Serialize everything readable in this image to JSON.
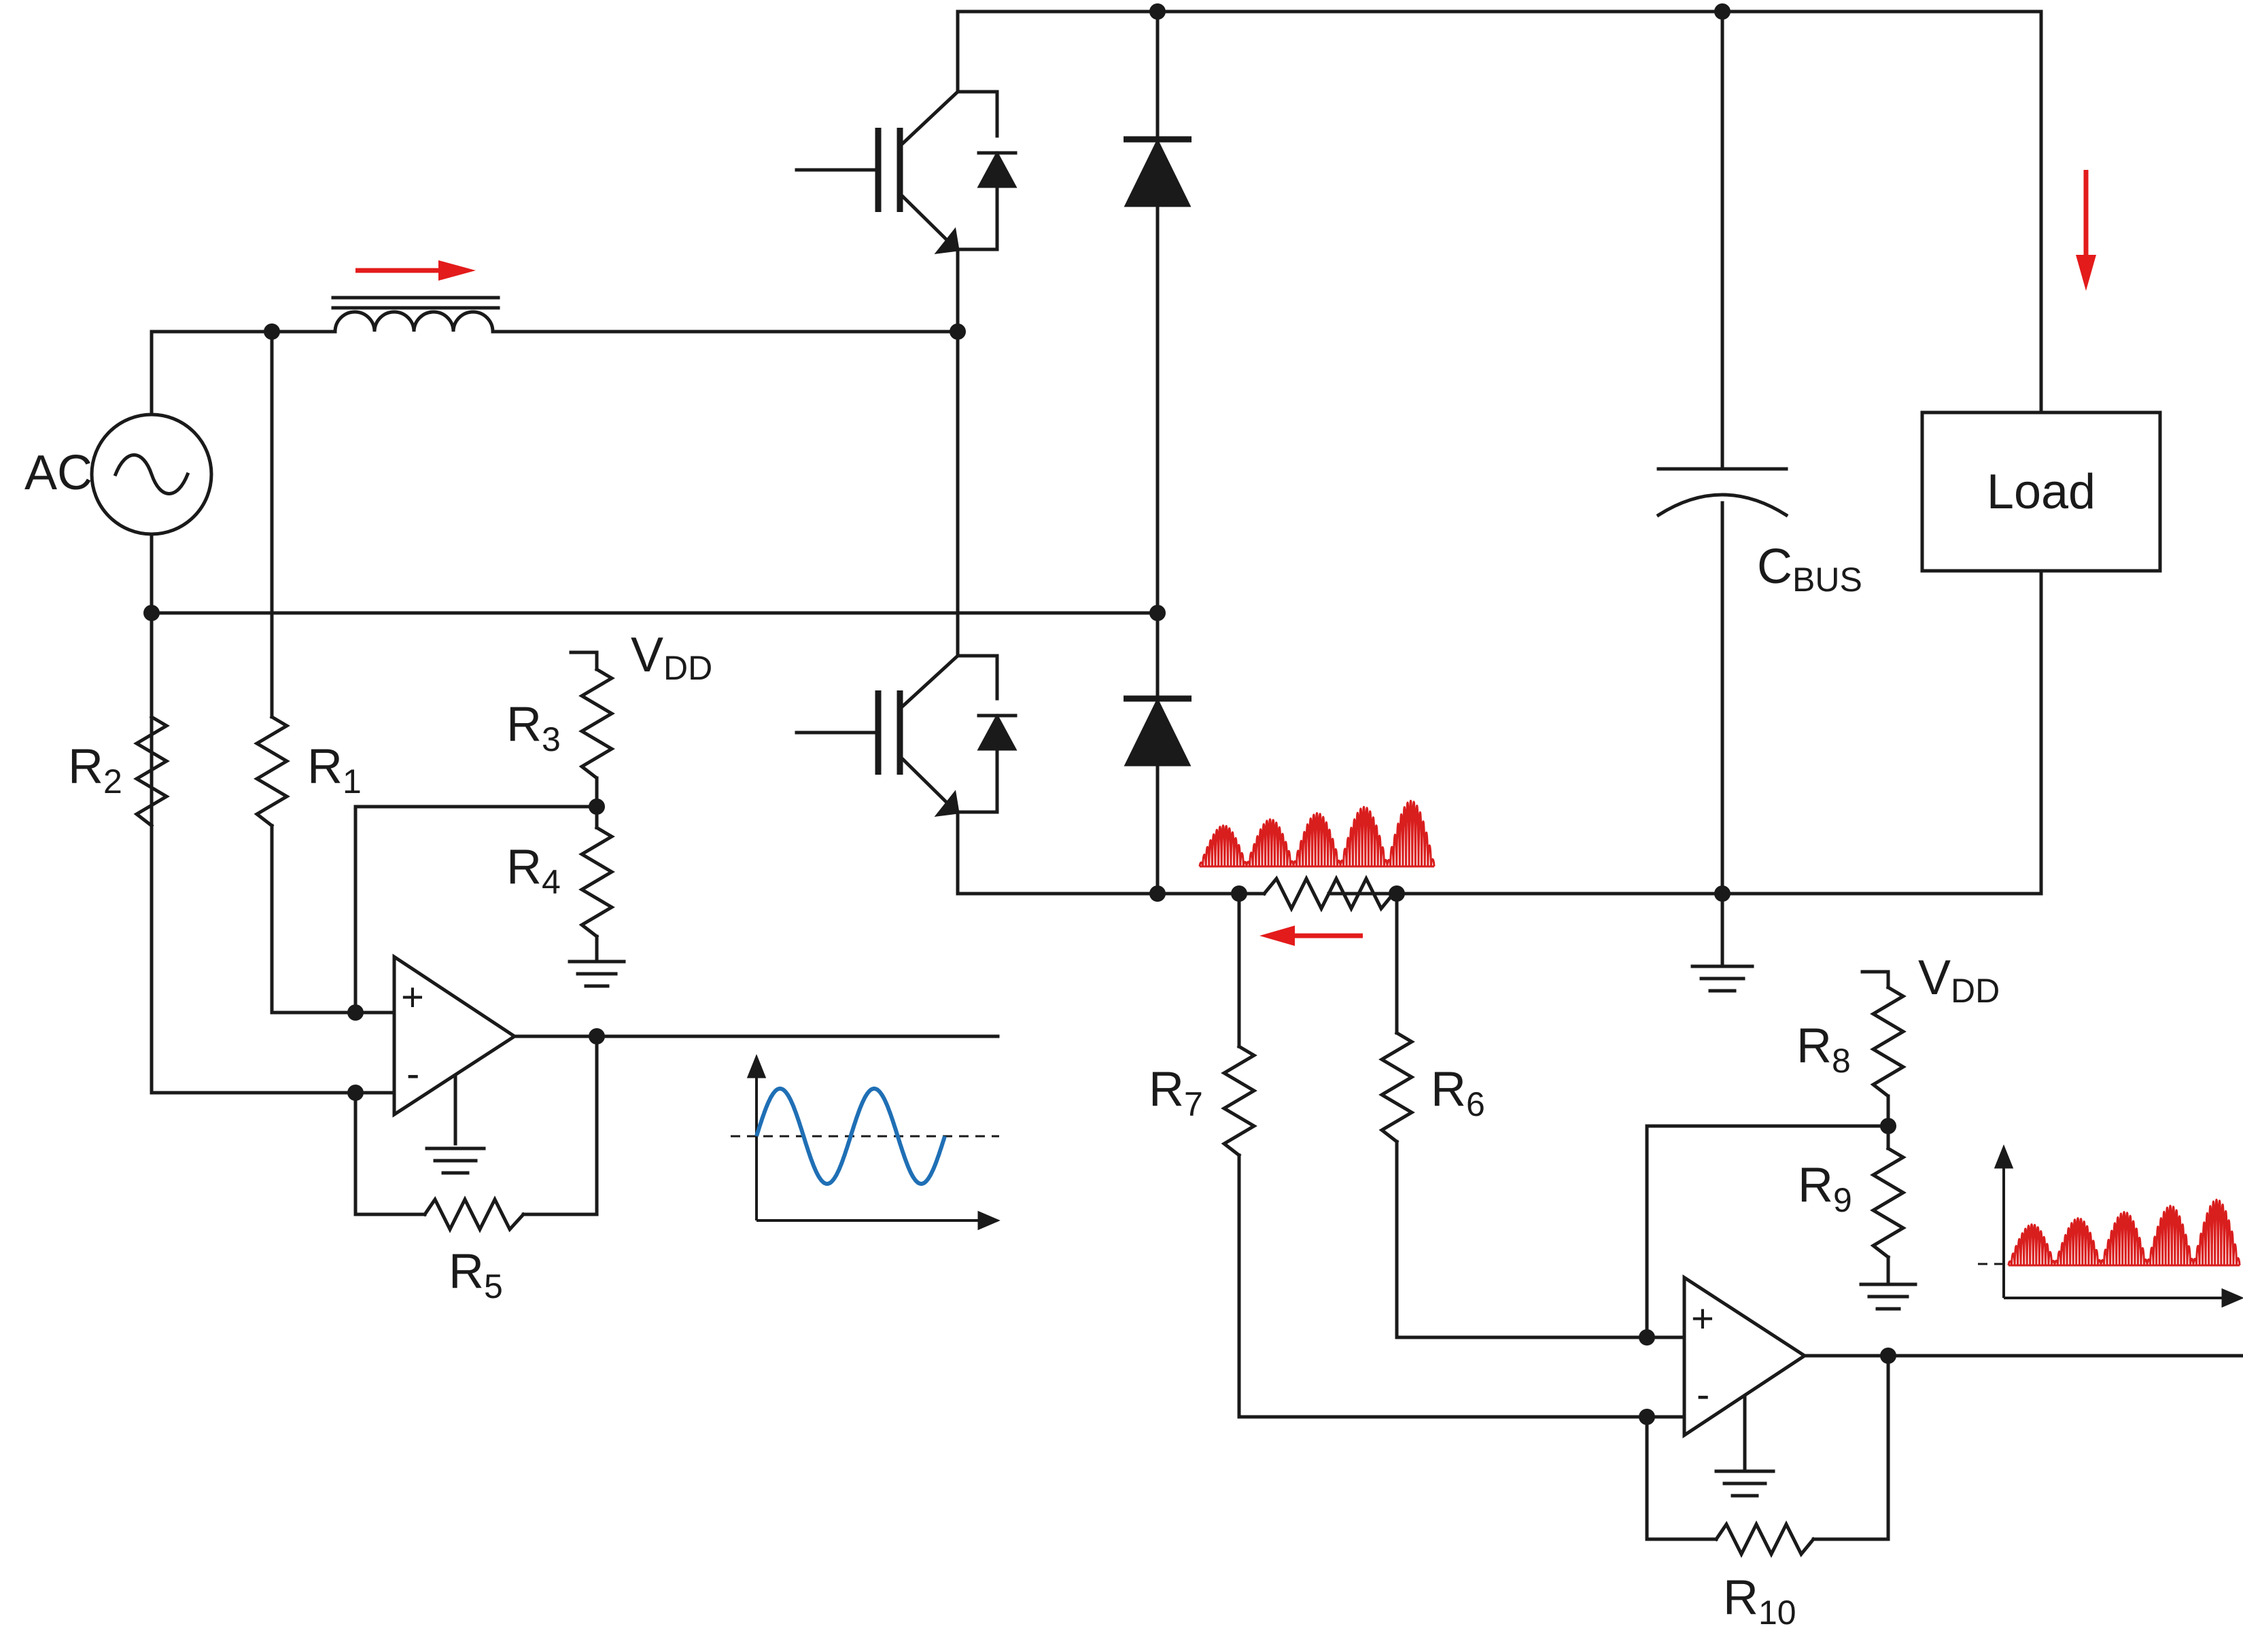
{
  "labels": {
    "ac": "AC",
    "load": "Load",
    "cbus": {
      "main": "C",
      "sub": "BUS"
    },
    "vdd_left": {
      "main": "V",
      "sub": "DD"
    },
    "vdd_right": {
      "main": "V",
      "sub": "DD"
    },
    "r1": {
      "main": "R",
      "sub": "1"
    },
    "r2": {
      "main": "R",
      "sub": "2"
    },
    "r3": {
      "main": "R",
      "sub": "3"
    },
    "r4": {
      "main": "R",
      "sub": "4"
    },
    "r5": {
      "main": "R",
      "sub": "5"
    },
    "r6": {
      "main": "R",
      "sub": "6"
    },
    "r7": {
      "main": "R",
      "sub": "7"
    },
    "r8": {
      "main": "R",
      "sub": "8"
    },
    "r9": {
      "main": "R",
      "sub": "9"
    },
    "r10": {
      "main": "R",
      "sub": "10"
    },
    "opamp1": {
      "plus": "+",
      "minus": "-"
    },
    "opamp2": {
      "plus": "+",
      "minus": "-"
    }
  },
  "colors": {
    "wire": "#1a1a1a",
    "current_arrow": "#e31b1b",
    "rectified_waveform": "#d91e1e",
    "sine_waveform": "#1f6fb5"
  },
  "icons": {
    "ac_source": "ac-source-icon",
    "inductor": "inductor-icon",
    "igbt": "igbt-icon",
    "diode": "diode-icon",
    "capacitor": "capacitor-icon",
    "resistor": "resistor-icon",
    "op_amp": "op-amp-icon",
    "ground": "ground-icon"
  }
}
